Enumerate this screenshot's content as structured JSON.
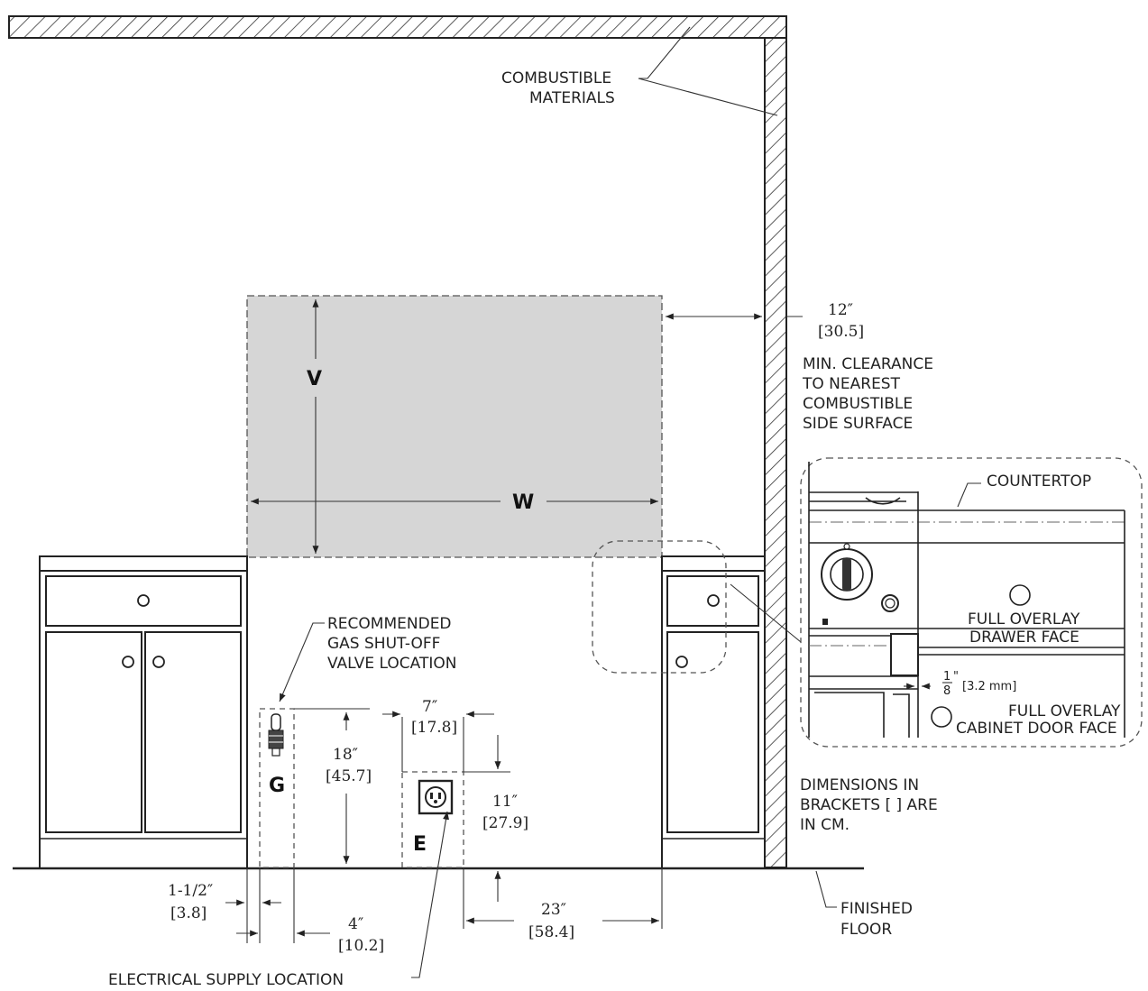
{
  "labels": {
    "combustible_1": "COMBUSTIBLE",
    "combustible_2": "MATERIALS",
    "v": "V",
    "w": "W",
    "side_clearance_in": "12″",
    "side_clearance_cm": "[30.5]",
    "min_clear_1": "MIN. CLEARANCE",
    "min_clear_2": "TO NEAREST",
    "min_clear_3": "COMBUSTIBLE",
    "min_clear_4": "SIDE SURFACE",
    "countertop": "COUNTERTOP",
    "drawer_face_1": "FULL OVERLAY",
    "drawer_face_2": "DRAWER FACE",
    "gap_num": "1",
    "gap_den": "8",
    "gap_unit": "\"",
    "gap_mm": "[3.2 mm]",
    "door_face_1": "FULL OVERLAY",
    "door_face_2": "CABINET DOOR FACE",
    "gas_1": "RECOMMENDED",
    "gas_2": "GAS SHUT-OFF",
    "gas_3": "VALVE LOCATION",
    "g": "G",
    "e": "E",
    "h18_in": "18″",
    "h18_cm": "[45.7]",
    "w7_in": "7″",
    "w7_cm": "[17.8]",
    "h11_in": "11″",
    "h11_cm": "[27.9]",
    "dims_note_1": "DIMENSIONS IN",
    "dims_note_2": "BRACKETS  [ ] ARE",
    "dims_note_3": "IN CM.",
    "d15_in": "1-1/2″",
    "d15_cm": "[3.8]",
    "d4_in": "4″",
    "d4_cm": "[10.2]",
    "d23_in": "23″",
    "d23_cm": "[58.4]",
    "floor_1": "FINISHED",
    "floor_2": "FLOOR",
    "electrical": "ELECTRICAL SUPPLY LOCATION"
  },
  "colors": {
    "appliance_fill": "#d6d6d6",
    "line": "#222222",
    "hatch": "#333333"
  }
}
